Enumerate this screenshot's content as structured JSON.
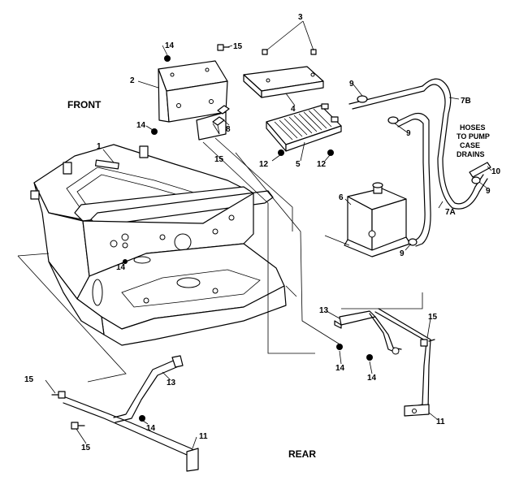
{
  "labels": {
    "front": "FRONT",
    "rear": "REAR",
    "hoses_line1": "HOSES",
    "hoses_line2": "TO PUMP",
    "hoses_line3": "CASE",
    "hoses_line4": "DRAINS"
  },
  "callouts": {
    "p1": "1",
    "p2": "2",
    "p3": "3",
    "p4": "4",
    "p5": "5",
    "p6": "6",
    "p7a": "7A",
    "p7b": "7B",
    "p8": "8",
    "p9a": "9",
    "p9b": "9",
    "p9c": "9",
    "p9d": "9",
    "p10": "10",
    "p11a": "11",
    "p11b": "11",
    "p12a": "12",
    "p12b": "12",
    "p13a": "13",
    "p13b": "13",
    "p14a": "14",
    "p14b": "14",
    "p14c": "14",
    "p14d": "14",
    "p14e": "14",
    "p14f": "14",
    "p15a": "15",
    "p15b": "15",
    "p15c": "15",
    "p15d": "15",
    "p15e": "15"
  }
}
